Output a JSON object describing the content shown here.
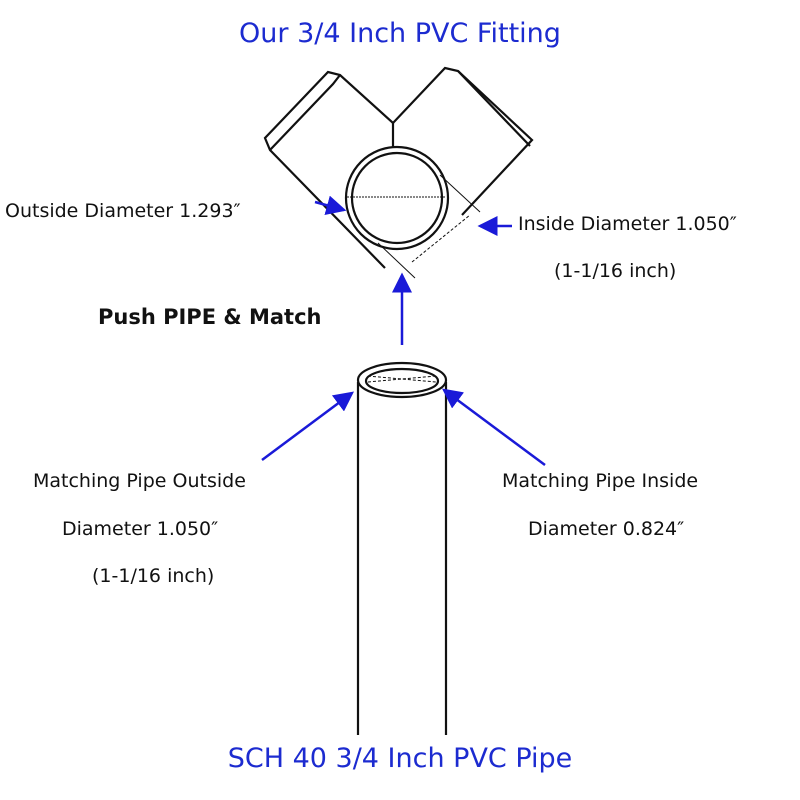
{
  "title_top": "Our 3/4 Inch PVC Fitting",
  "title_bottom": "SCH 40 3/4 Inch PVC Pipe",
  "fitting": {
    "outside_diameter": "Outside Diameter 1.293″",
    "inside_diameter": "Inside Diameter 1.050″",
    "inside_diameter_fraction": "(1-1/16 inch)"
  },
  "instruction": "Push PIPE & Match",
  "pipe": {
    "outside_line1": "Matching Pipe Outside",
    "outside_line2": "Diameter 1.050″",
    "outside_line3": "(1-1/16 inch)",
    "inside_line1": "Matching Pipe Inside",
    "inside_line2": "Diameter 0.824″"
  },
  "colors": {
    "accent": "#1c2bd0",
    "line": "#111111"
  }
}
